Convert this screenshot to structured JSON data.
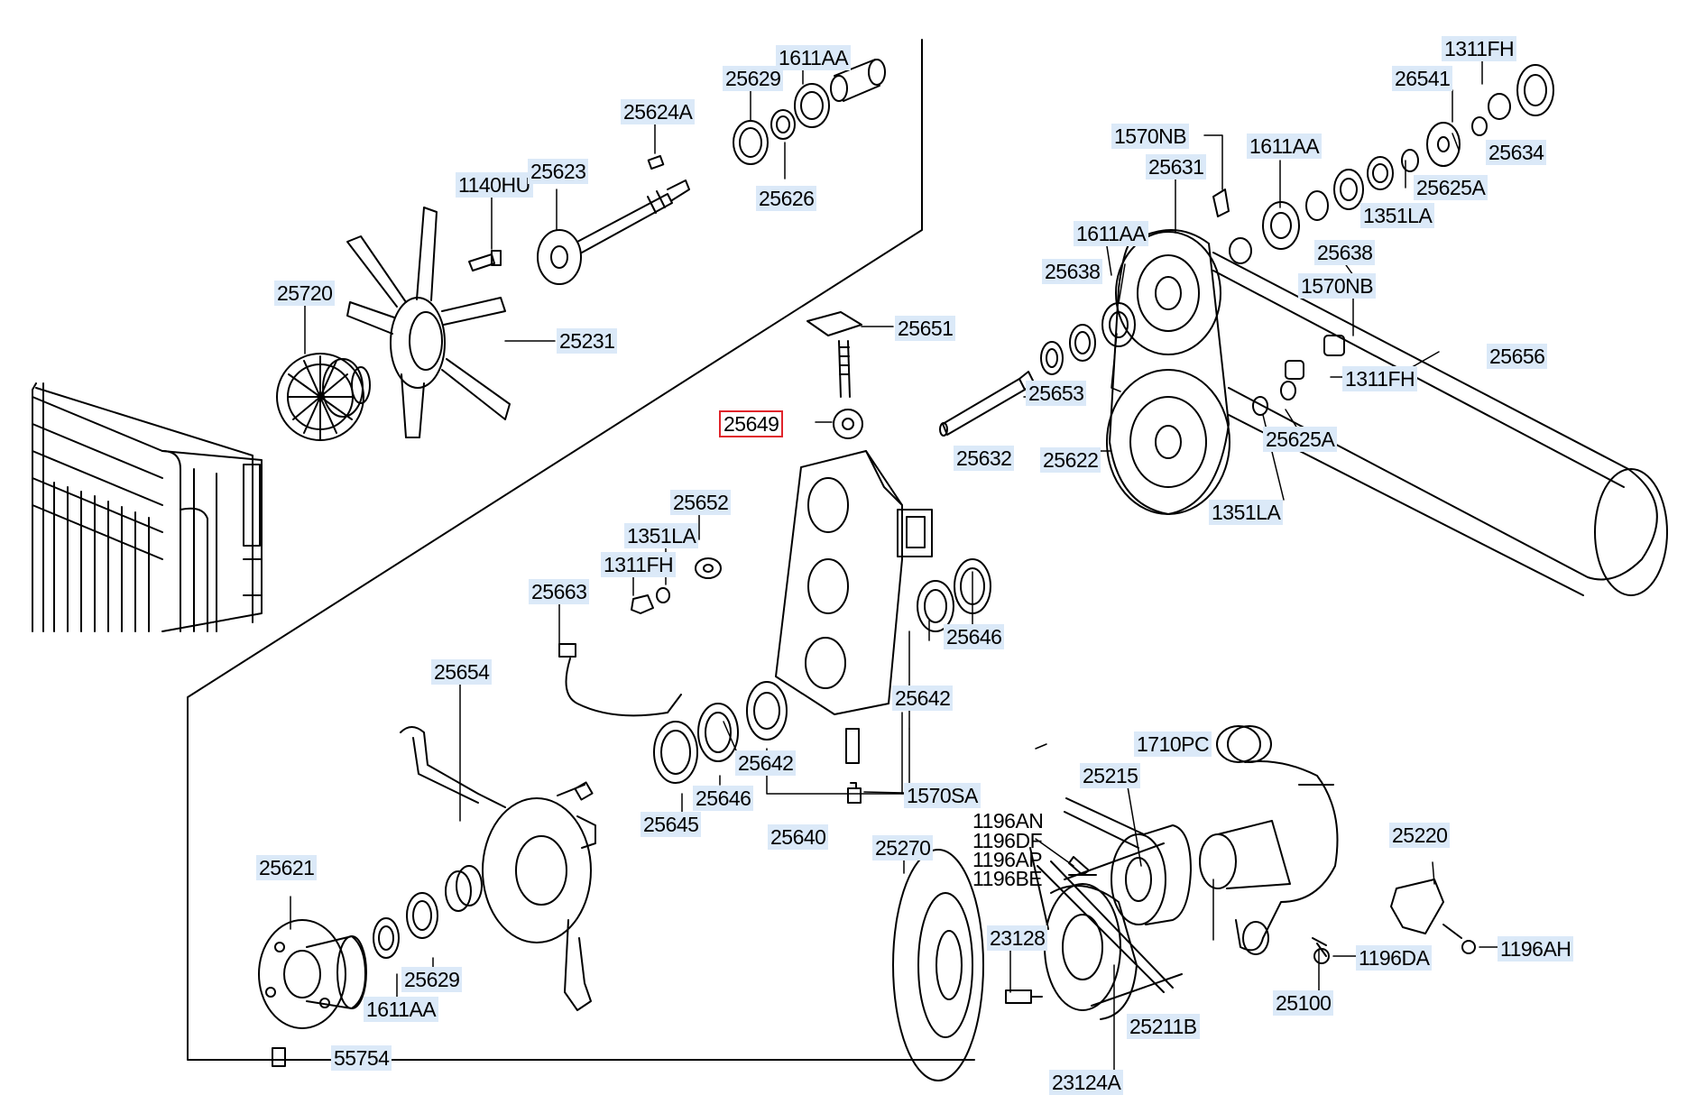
{
  "labels": {
    "p25629a": "25629",
    "p1611AAa": "1611AA",
    "p25624A": "25624A",
    "p25626": "25626",
    "p1140HU": "1140HU",
    "p25623": "25623",
    "p25720": "25720",
    "p25231": "25231",
    "p25651": "25651",
    "p25649": "25649",
    "p1311FHa": "1311FH",
    "p26541": "26541",
    "p1570NBa": "1570NB",
    "p1611AAb": "1611AA",
    "p25634": "25634",
    "p25631": "25631",
    "p25625Aa": "25625A",
    "p1351LAa": "1351LA",
    "p1611AAc": "1611AA",
    "p25638a": "25638",
    "p25638b": "25638",
    "p1570NBb": "1570NB",
    "p25656": "25656",
    "p1311FHb": "1311FH",
    "p25653": "25653",
    "p25625Ab": "25625A",
    "p25632": "25632",
    "p25622": "25622",
    "p1351LAb": "1351LA",
    "p25652": "25652",
    "p1351LAc": "1351LA",
    "p1311FHc": "1311FH",
    "p25663": "25663",
    "p25646a": "25646",
    "p25642a": "25642",
    "p25654": "25654",
    "p25642b": "25642",
    "p25646b": "25646",
    "p25645": "25645",
    "p25640": "25640",
    "p1570SA": "1570SA",
    "p1710PC": "1710PC",
    "p25215": "25215",
    "p1196AN": "1196AN",
    "p1196DF": "1196DF",
    "p1196AP": "1196AP",
    "p1196BE": "1196BE",
    "p25270": "25270",
    "p25220": "25220",
    "p25621": "25621",
    "p25629b": "25629",
    "p1611AAd": "1611AA",
    "p23128": "23128",
    "p1196DA": "1196DA",
    "p1196AH": "1196AH",
    "p25100": "25100",
    "p25211B": "25211B",
    "p55754": "55754",
    "p23124A": "23124A"
  },
  "colors": {
    "label_bg": "#dbe9f8",
    "highlight_border": "#e0242b",
    "line": "#000000"
  }
}
